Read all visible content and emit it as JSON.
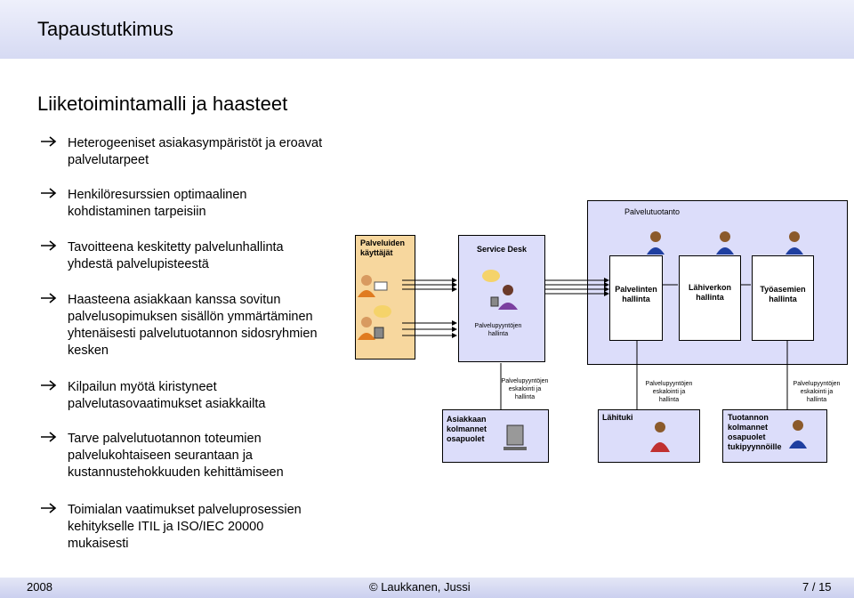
{
  "slide_title": "Tapaustutkimus",
  "section_title": "Liiketoimintamalli ja haasteet",
  "bullets": [
    {
      "line1": "Heterogeeniset asiakasympäristöt ja eroavat",
      "line2": "palvelutarpeet"
    },
    {
      "line1": "Henkilöresurssien optimaalinen",
      "line2": "kohdistaminen tarpeisiin"
    },
    {
      "line1": "Tavoitteena keskitetty palvelunhallinta",
      "line2": "yhdestä palvelupisteestä"
    },
    {
      "line1": "Haasteena asiakkaan kanssa sovitun",
      "line2": "palvelusopimuksen sisällön ymmärtäminen",
      "line3": "yhtenäisesti palvelutuotannon sidosryhmien",
      "line4": "kesken"
    },
    {
      "line1": "Kilpailun myötä kiristyneet",
      "line2": "palvelutasovaatimukset asiakkailta"
    },
    {
      "line1": "Tarve palvelutuotannon toteumien",
      "line2": "palvelukohtaiseen seurantaan ja",
      "line3": "kustannustehokkuuden kehittämiseen"
    },
    {
      "line1": "Toimialan vaatimukset palveluprosessien",
      "line2": "kehitykselle ITIL ja ISO/IEC 20000",
      "line3": "mukaisesti"
    }
  ],
  "diagram": {
    "users_line1": "Palveluiden",
    "users_line2": "käyttäjät",
    "service_desk": "Service Desk",
    "sd_sub1": "Palvelupyyntöjen",
    "sd_sub2": "hallinta",
    "production": "Palvelutuotanto",
    "server_line1": "Palvelinten",
    "server_line2": "hallinta",
    "lan_line1": "Lähiverkon",
    "lan_line2": "hallinta",
    "ws_line1": "Työasemien",
    "ws_line2": "hallinta",
    "esc1_line1": "Palvelupyyntöjen",
    "esc1_line2": "eskalointi ja hallinta",
    "esc2_line1": "Palvelupyyntöjen",
    "esc2_line2": "eskalointi ja hallinta",
    "esc3_line1": "Palvelupyyntöjen",
    "esc3_line2": "eskalointi ja hallinta",
    "partners_line1": "Asiakkaan",
    "partners_line2": "kolmannet",
    "partners_line3": "osapuolet",
    "local": "Lähituki",
    "vendor_line1": "Tuotannon",
    "vendor_line2": "kolmannet",
    "vendor_line3": "osapuolet",
    "vendor_line4": "tukipyynnöille"
  },
  "footer": {
    "year": "2008",
    "copyright": "© Laukkanen, Jussi",
    "page": "7 / 15"
  },
  "colors": {
    "users_box": "#f7d79e",
    "blue_box": "#dcddfa",
    "header_band": "#d6daf3"
  }
}
